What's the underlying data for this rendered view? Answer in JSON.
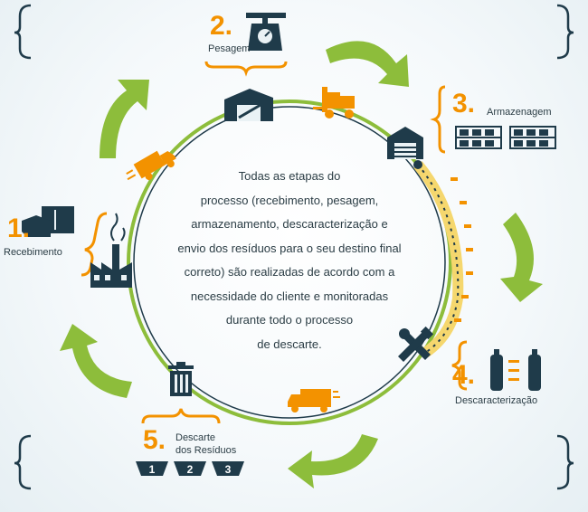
{
  "center_text": [
    "Todas as etapas do",
    "processo (recebimento, pesagem,",
    "armazenamento, descaracterização e",
    "envio dos resíduos para o seu destino final",
    "correto) são realizadas de acordo com a",
    "necessidade do cliente e monitoradas",
    "durante todo o processo",
    "de descarte."
  ],
  "steps": [
    {
      "number": "1.",
      "label": "Recebimento"
    },
    {
      "number": "2.",
      "label": "Pesagem"
    },
    {
      "number": "3.",
      "label": "Armazenagem"
    },
    {
      "number": "4.",
      "label": "Descaracterização"
    },
    {
      "number": "5.",
      "label": "Descarte\ndos Resíduos",
      "line1": "Descarte",
      "line2": "dos Resíduos"
    }
  ],
  "bins": [
    "1",
    "2",
    "3"
  ],
  "colors": {
    "orange": "#f39200",
    "green": "#8dbd3b",
    "navy": "#1f3b4a",
    "text": "#2b3d45"
  }
}
